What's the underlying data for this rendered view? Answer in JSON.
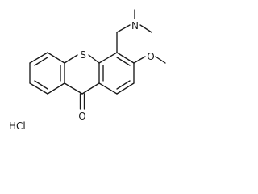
{
  "molecule": {
    "atoms": {
      "nitrogen": "N",
      "sulfur": "S",
      "oxygen_methoxy": "O",
      "oxygen_carbonyl": "O"
    },
    "salt": "HCl"
  }
}
